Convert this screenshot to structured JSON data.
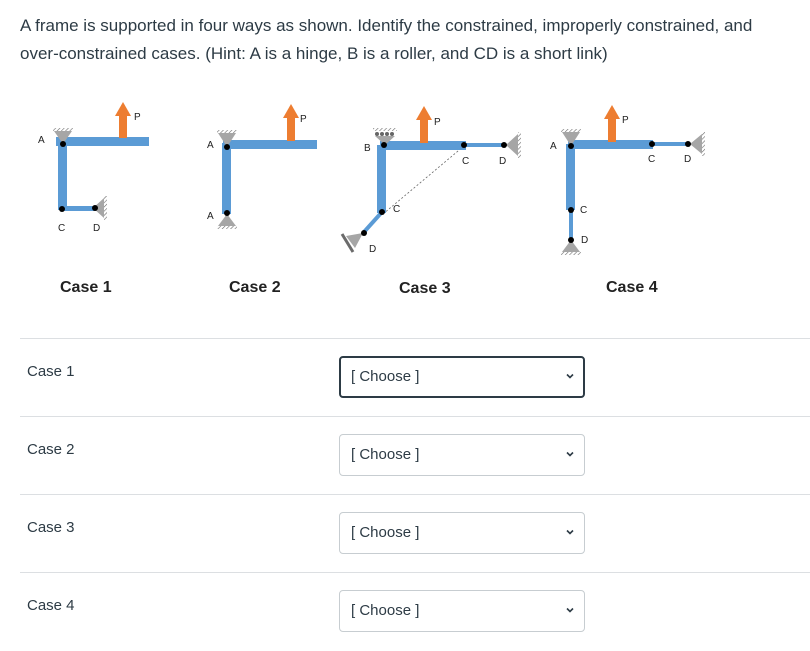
{
  "question": {
    "text": "A frame is supported in four ways as shown. Identify the constrained, improperly constrained, and over-constrained cases. (Hint: A is a hinge, B is a roller, and CD is a short link)"
  },
  "figure": {
    "load_label": "P",
    "cases": [
      {
        "title": "Case 1",
        "labels": [
          "A",
          "C",
          "D"
        ]
      },
      {
        "title": "Case 2",
        "labels": [
          "A",
          "A"
        ]
      },
      {
        "title": "Case 3",
        "labels": [
          "B",
          "C",
          "D",
          "C",
          "D"
        ]
      },
      {
        "title": "Case 4",
        "labels": [
          "A",
          "C",
          "D",
          "C",
          "D"
        ]
      }
    ],
    "colors": {
      "member": "#5b9bd5",
      "load_arrow": "#ed7d31",
      "support": "#a6a6a6",
      "joint": "#000000"
    }
  },
  "rows": [
    {
      "label": "Case 1",
      "select": "[ Choose ]"
    },
    {
      "label": "Case 2",
      "select": "[ Choose ]"
    },
    {
      "label": "Case 3",
      "select": "[ Choose ]"
    },
    {
      "label": "Case 4",
      "select": "[ Choose ]"
    }
  ]
}
